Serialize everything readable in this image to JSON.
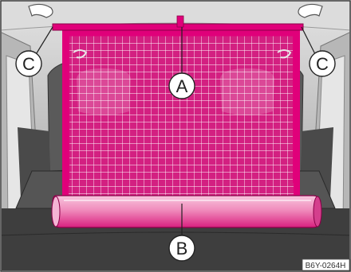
{
  "figure": {
    "callouts": {
      "a": "A",
      "b": "B",
      "c_left": "C",
      "c_right": "C"
    },
    "image_code": "B6Y-0264H",
    "colors": {
      "net_frame": "#e0007a",
      "net_mesh": "#ffffff",
      "roller_light": "#f3a0c8",
      "interior_dark": "#3b3b3b",
      "interior_mid": "#7a7a7a",
      "interior_light": "#c8c8c8"
    }
  }
}
